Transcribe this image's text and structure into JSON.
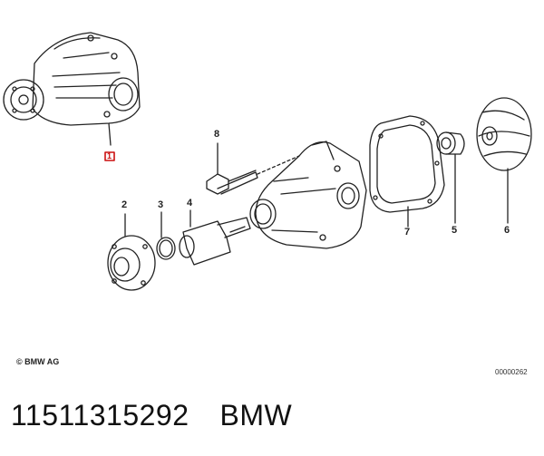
{
  "diagram": {
    "callouts": [
      "1",
      "2",
      "3",
      "4",
      "5",
      "6",
      "7",
      "8"
    ],
    "copyright": "© BMW AG",
    "diagram_code": "00000262"
  },
  "caption": {
    "part_number": "11511315292",
    "brand": "BMW"
  },
  "colors": {
    "highlight": "#cc1111",
    "line": "#222222"
  }
}
